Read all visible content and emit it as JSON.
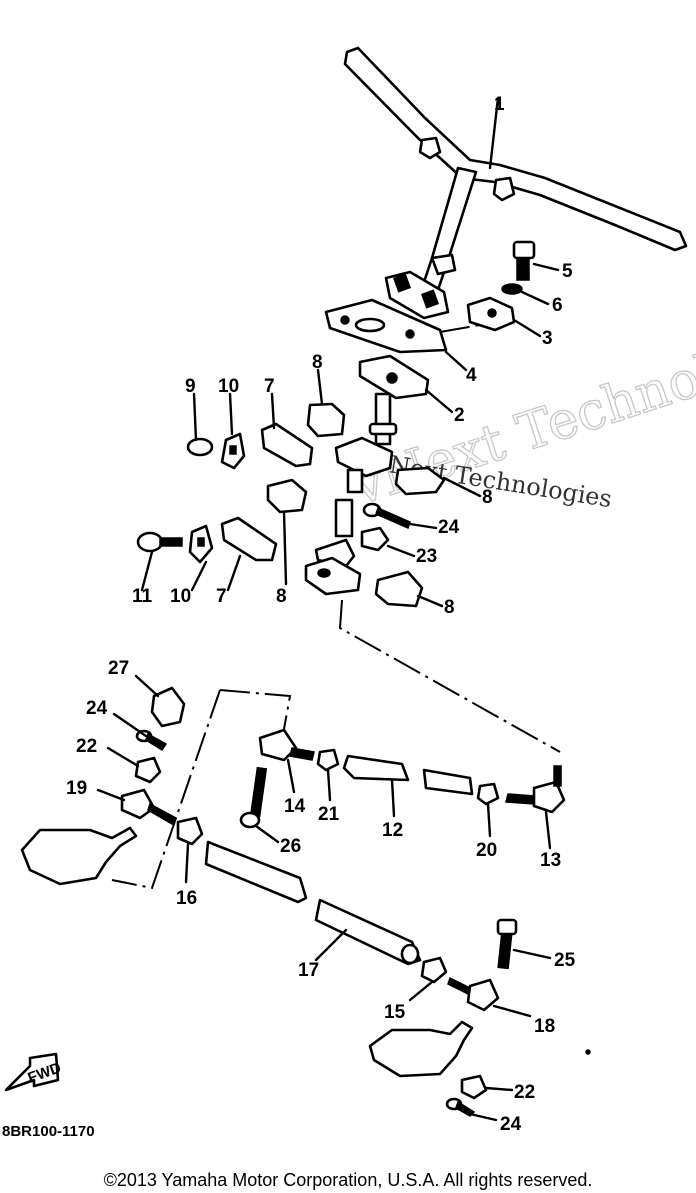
{
  "diagram": {
    "drawing_code": "8BR100-1170",
    "front_marker": "FWD",
    "watermark": "vNext Technologies",
    "callouts": [
      "1",
      "2",
      "3",
      "4",
      "5",
      "6",
      "7",
      "7",
      "8",
      "8",
      "8",
      "8",
      "9",
      "10",
      "10",
      "11",
      "12",
      "13",
      "14",
      "15",
      "16",
      "17",
      "18",
      "19",
      "20",
      "21",
      "22",
      "22",
      "23",
      "24",
      "24",
      "24",
      "25",
      "26",
      "27"
    ]
  },
  "footer": {
    "copyright": "©2013 Yamaha Motor Corporation, U.S.A. All rights reserved."
  }
}
